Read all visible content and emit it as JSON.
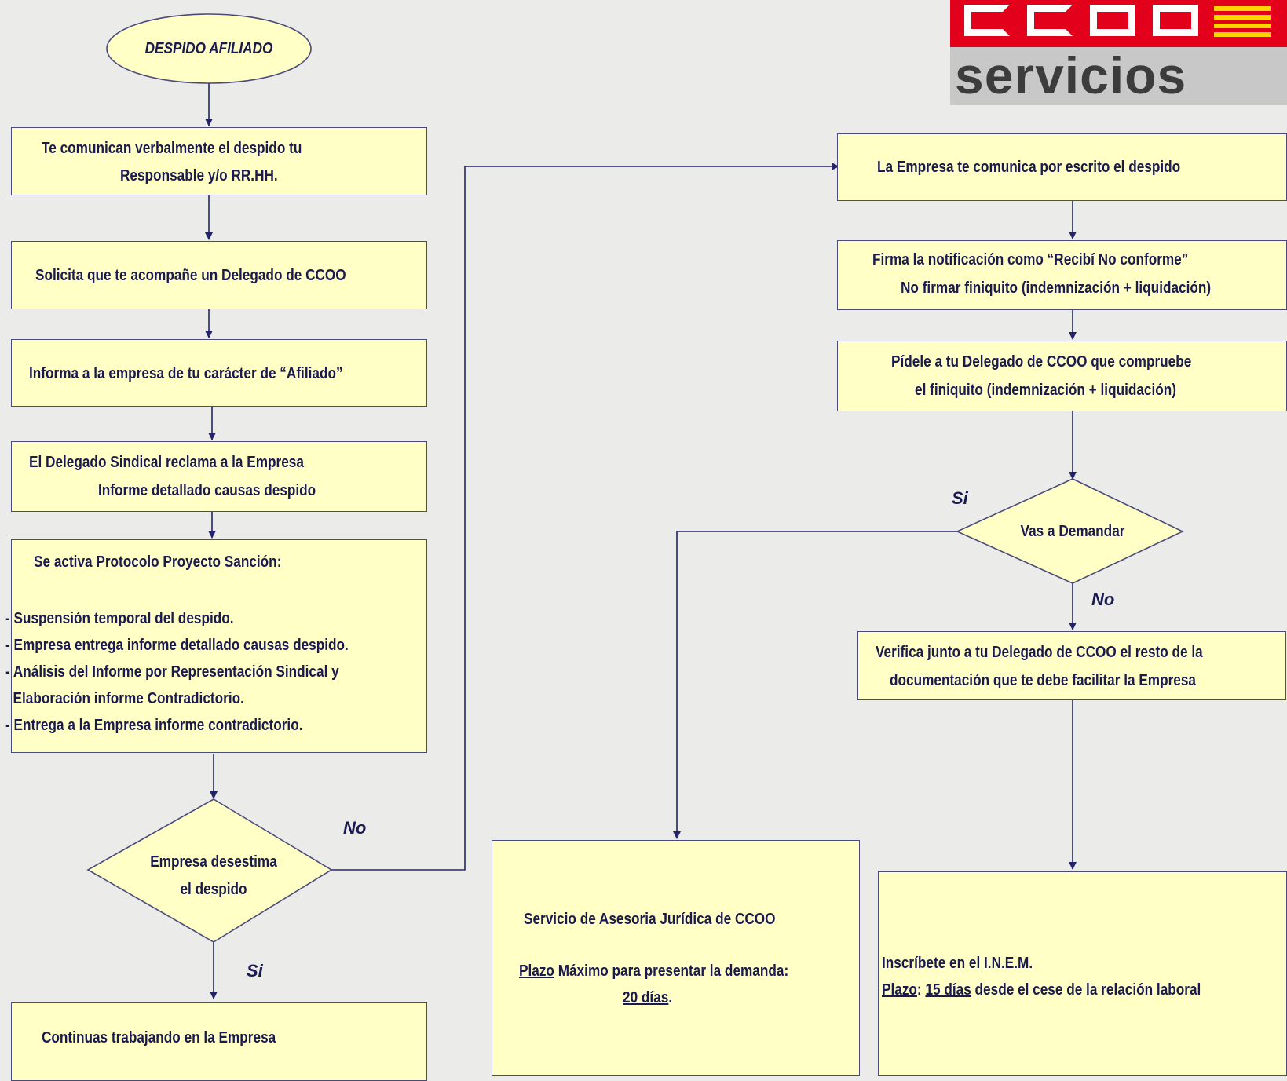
{
  "logo": {
    "brand": "CCOO",
    "word": "servicios"
  },
  "start": "DESPIDO AFILIADO",
  "left": {
    "step1": [
      "Te comunican verbalmente el despido tu",
      "Responsable y/o RR.HH."
    ],
    "step2": "Solicita que te acompañe un Delegado de CCOO",
    "step3": "Informa a la empresa de tu carácter de “Afiliado”",
    "step4": [
      "El Delegado Sindical reclama a la Empresa",
      "Informe detallado causas despido"
    ],
    "step5": {
      "title": "Se activa Protocolo Proyecto Sanción:",
      "items": [
        "- Suspensión temporal del despido.",
        "- Empresa entrega informe detallado causas despido.",
        "- Análisis del Informe por Representación Sindical y",
        "  Elaboración informe Contradictorio.",
        "- Entrega a la Empresa informe contradictorio."
      ]
    },
    "decision": [
      "Empresa desestima",
      "el despido"
    ],
    "no_label": "No",
    "si_label": "Si",
    "end": "Continuas trabajando en la Empresa"
  },
  "right": {
    "step1": "La Empresa te comunica por escrito el despido",
    "step2": [
      "Firma la notificación como “Recibí No conforme”",
      "No firmar finiquito (indemnización + liquidación)"
    ],
    "step3": [
      "Pídele a tu Delegado de CCOO que compruebe",
      "el finiquito (indemnización + liquidación)"
    ],
    "decision": "Vas a Demandar",
    "si_label": "Si",
    "no_label": "No",
    "verify": [
      "Verifica junto a tu Delegado de CCOO el resto de la",
      "documentación que te debe facilitar la Empresa"
    ]
  },
  "legal": {
    "title": "Servicio de Asesoria Jurídica de CCOO",
    "plazo_word": "Plazo",
    "plazo_rest": " Máximo para presentar  la demanda:",
    "days": "20 días",
    "days_tail": "."
  },
  "inem": {
    "title": "Inscríbete en el I.N.E.M.",
    "plazo_word": "Plazo",
    "colon": ": ",
    "days": "15 días",
    "rest": " desde el cese de la relación laboral"
  },
  "colors": {
    "box_fill": "#ffffc6",
    "line": "#24246a",
    "text": "#1a1a50",
    "logo_red": "#e2001a"
  }
}
